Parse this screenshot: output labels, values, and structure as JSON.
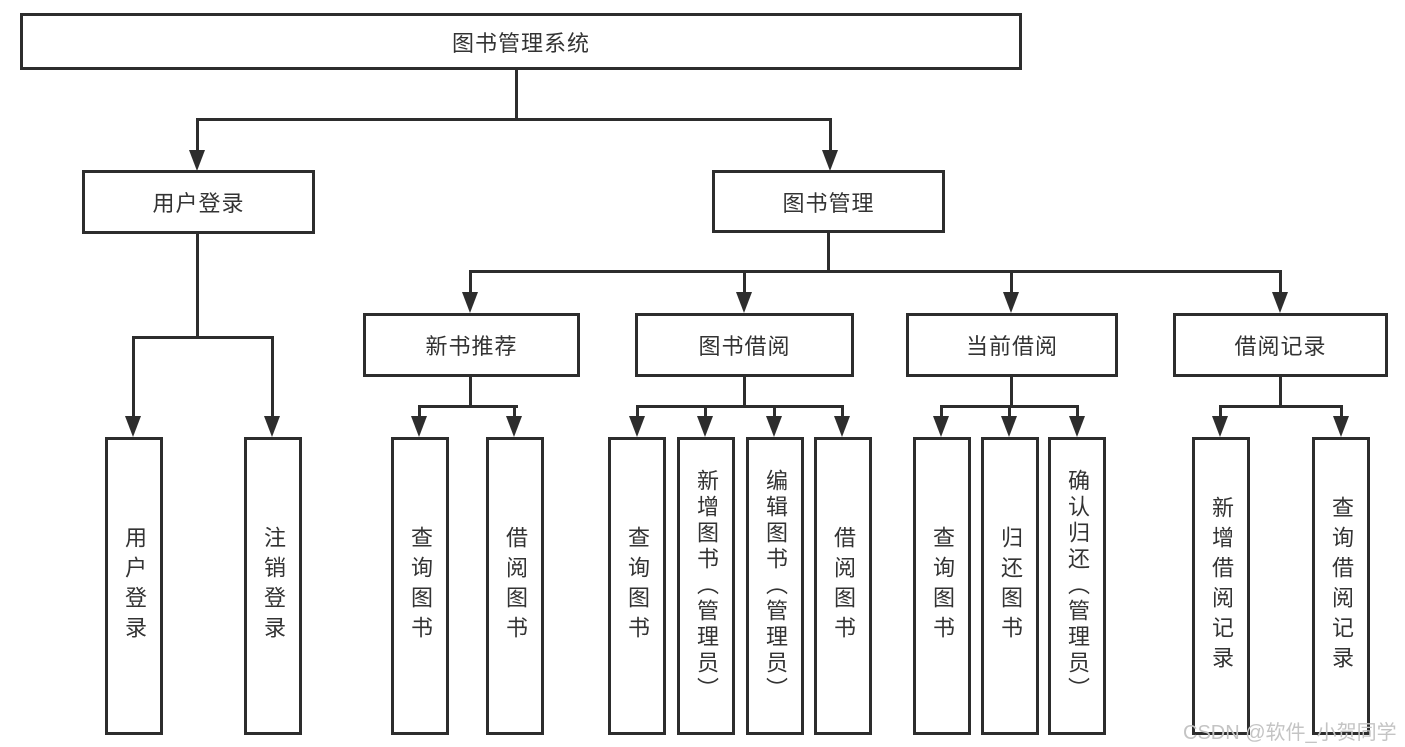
{
  "diagram": {
    "type": "hierarchy-tree",
    "root": {
      "label": "图书管理系统"
    },
    "level2": [
      {
        "id": "user-login",
        "label": "用户登录"
      },
      {
        "id": "book-mgmt",
        "label": "图书管理"
      }
    ],
    "level3": [
      {
        "id": "new-book-recommend",
        "label": "新书推荐",
        "parent": "图书管理"
      },
      {
        "id": "book-borrow",
        "label": "图书借阅",
        "parent": "图书管理"
      },
      {
        "id": "current-borrow",
        "label": "当前借阅",
        "parent": "图书管理"
      },
      {
        "id": "borrow-records",
        "label": "借阅记录",
        "parent": "图书管理"
      }
    ],
    "leaves": [
      {
        "label": "用户登录",
        "parent": "用户登录"
      },
      {
        "label": "注销登录",
        "parent": "用户登录"
      },
      {
        "label": "查询图书",
        "parent": "新书推荐"
      },
      {
        "label": "借阅图书",
        "parent": "新书推荐"
      },
      {
        "label": "查询图书",
        "parent": "图书借阅"
      },
      {
        "label": "新增图书（管理员）",
        "parent": "图书借阅"
      },
      {
        "label": "编辑图书（管理员）",
        "parent": "图书借阅"
      },
      {
        "label": "借阅图书",
        "parent": "图书借阅"
      },
      {
        "label": "查询图书",
        "parent": "当前借阅"
      },
      {
        "label": "归还图书",
        "parent": "当前借阅"
      },
      {
        "label": "确认归还（管理员）",
        "parent": "当前借阅"
      },
      {
        "label": "新增借阅记录",
        "parent": "借阅记录"
      },
      {
        "label": "查询借阅记录",
        "parent": "借阅记录"
      }
    ]
  },
  "watermark": {
    "text": "CSDN @软件_小贺同学",
    "color": "#c4c4c4"
  },
  "colors": {
    "line": "#2d2d2d",
    "text": "#333333",
    "background": "#ffffff"
  }
}
